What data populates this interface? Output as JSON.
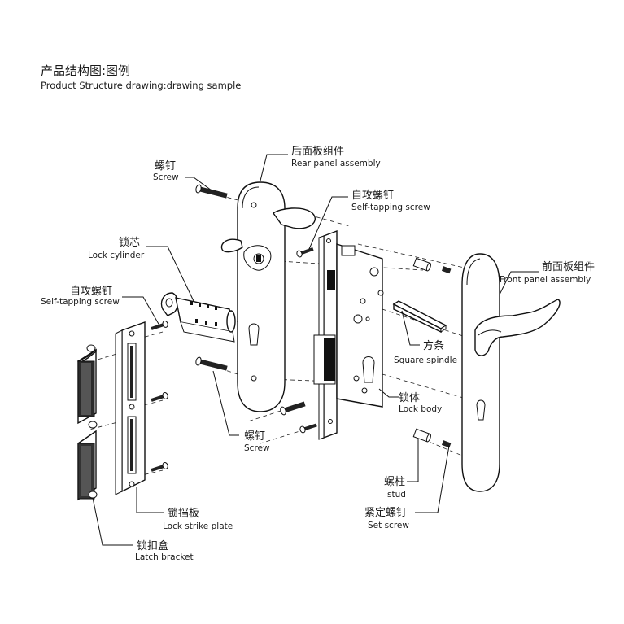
{
  "header": {
    "title_cn": "产品结构图:图例",
    "title_en": "Product Structure drawing:drawing sample"
  },
  "labels": {
    "screw_top": {
      "cn": "螺钉",
      "en": "Screw"
    },
    "rear_panel": {
      "cn": "后面板组件",
      "en": "Rear panel assembly"
    },
    "self_tapping_right": {
      "cn": "自攻螺钉",
      "en": "Self-tapping screw"
    },
    "lock_cylinder": {
      "cn": "锁芯",
      "en": "Lock cylinder"
    },
    "self_tapping_left": {
      "cn": "自攻螺钉",
      "en": "Self-tapping screw"
    },
    "front_panel": {
      "cn": "前面板组件",
      "en": "Front panel assembly"
    },
    "square_spindle": {
      "cn": "方条",
      "en": "Square spindle"
    },
    "lock_body": {
      "cn": "锁体",
      "en": "Lock body"
    },
    "screw_bottom": {
      "cn": "螺钉",
      "en": "Screw"
    },
    "stud": {
      "cn": "螺柱",
      "en": "stud"
    },
    "set_screw": {
      "cn": "紧定螺钉",
      "en": "Set screw"
    },
    "strike_plate": {
      "cn": "锁挡板",
      "en": "Lock strike plate"
    },
    "latch_bracket": {
      "cn": "锁扣盒",
      "en": "Latch bracket"
    }
  }
}
